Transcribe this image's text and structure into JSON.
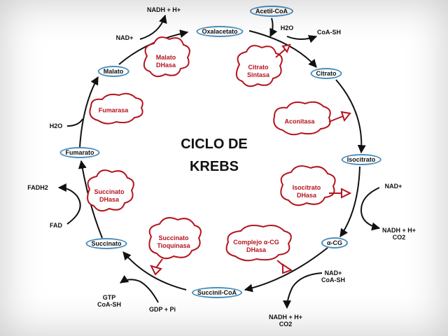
{
  "title": {
    "line1": "CICLO DE",
    "line2": "KREBS"
  },
  "colors": {
    "enzyme": "#b5141e",
    "metabolite_border": "#4a8fbd",
    "arrow": "#111111"
  },
  "metabolites": {
    "oxalacetato": "Oxalacetato",
    "acetil_coa": "Acetil-CoA",
    "citrato": "Citrato",
    "isocitrato": "Isocitrato",
    "alfa_cg": "α-CG",
    "succinil_coa": "Succinil-CoA",
    "succinato": "Succinato",
    "fumarato": "Fumarato",
    "malato": "Malato"
  },
  "enzymes": {
    "malato_dhasa": [
      "Malato",
      "DHasa"
    ],
    "citrato_sintasa": [
      "Citrato",
      "Sintasa"
    ],
    "fumarasa": [
      "Fumarasa"
    ],
    "aconitasa": [
      "Aconitasa"
    ],
    "isocitrato_dhasa": [
      "Isocitrato",
      "DHasa"
    ],
    "succinato_dhasa": [
      "Succinato",
      "DHasa"
    ],
    "succinato_tioquinasa": [
      "Succinato",
      "Tioquinasa"
    ],
    "complejo_alfa_cg_dhasa": [
      "Complejo α-CG",
      "DHasa"
    ]
  },
  "cofactors": {
    "nadh_top": "NADH + H+",
    "nad_top": "NAD+",
    "h2o_top": "H2O",
    "coash_top": "CoA-SH",
    "h2o_left": "H2O",
    "fadh2": "FADH2",
    "fad": "FAD",
    "nad_right": "NAD+",
    "nadh_right_1": "NADH + H+",
    "nadh_right_2": "CO2",
    "nad_bottom_1": "NAD+",
    "nad_bottom_2": "CoA-SH",
    "nadh_bottom_1": "NADH + H+",
    "nadh_bottom_2": "CO2",
    "gtp_1": "GTP",
    "gtp_2": "CoA-SH",
    "gdp": "GDP + Pi"
  }
}
